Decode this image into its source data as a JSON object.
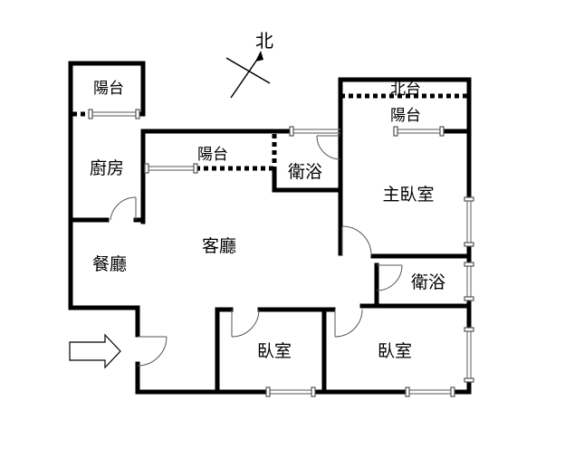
{
  "compass": {
    "label": "北"
  },
  "rooms": {
    "balcony_kitchen": "陽台",
    "kitchen": "廚房",
    "balcony_living": "陽台",
    "bath_1": "衛浴",
    "balcony_master_top": "北台",
    "balcony_master": "陽台",
    "master_bedroom": "主臥室",
    "living_room": "客廳",
    "dining_room": "餐廳",
    "bath_2": "衛浴",
    "bedroom_1": "臥室",
    "bedroom_2": "臥室"
  },
  "icons": {
    "entrance": "entrance-arrow-icon",
    "compass": "compass-icon"
  }
}
